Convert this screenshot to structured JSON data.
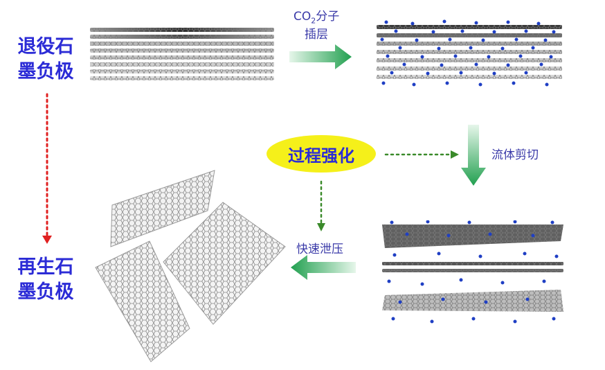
{
  "labels": {
    "retired_line1": "退役石",
    "retired_line2": "墨负极",
    "regenerated_line1": "再生石",
    "regenerated_line2": "墨负极",
    "co2_main": "CO",
    "co2_sub": "2",
    "co2_suffix": "分子",
    "intercalation": "插层",
    "process": "过程强化",
    "shear": "流体剪切",
    "release": "快速泄压"
  },
  "colors": {
    "title_blue": "#2b2bd6",
    "caption_blue": "#3a3aa8",
    "arrow_green": "#22a050",
    "ellipse_yellow": "#f5f01a",
    "dotted_red": "#e02020",
    "dotted_green": "#3a8a2a"
  }
}
